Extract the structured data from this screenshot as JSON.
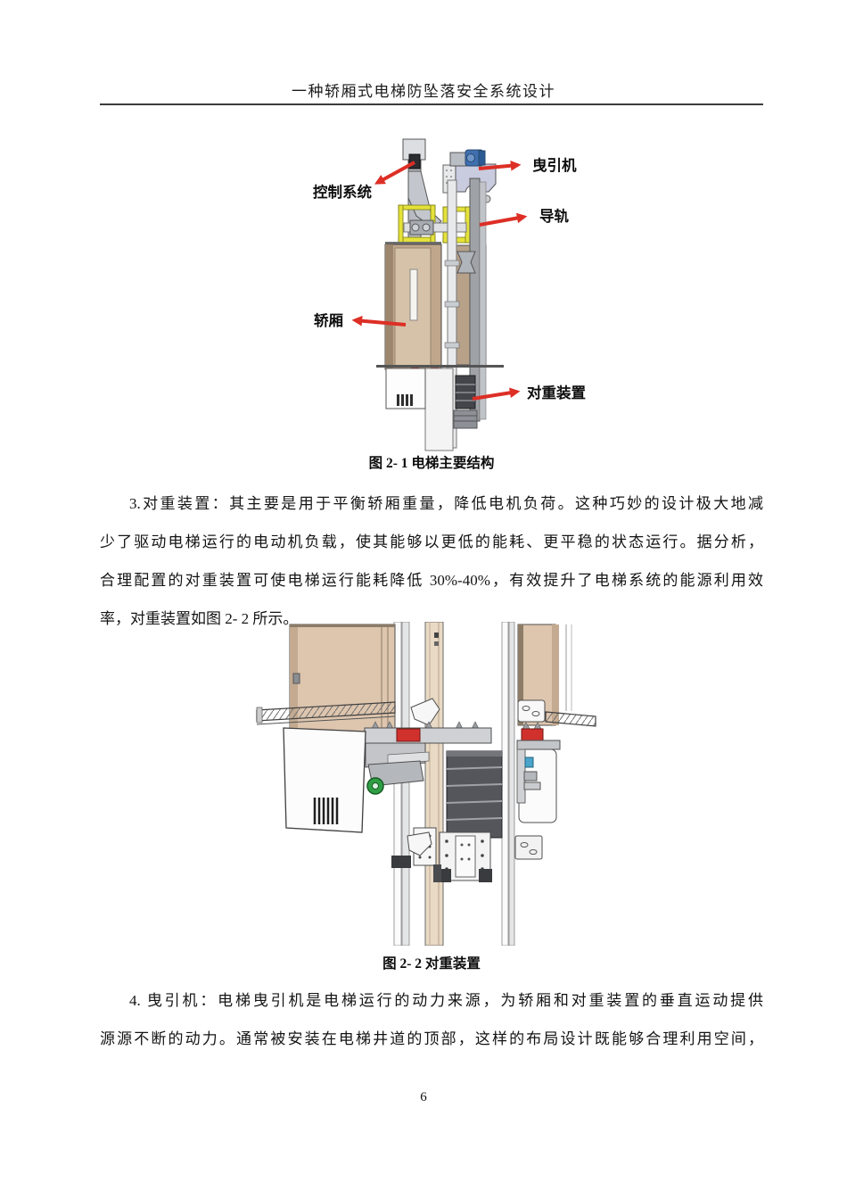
{
  "header": {
    "title": "一种轿厢式电梯防坠落安全系统设计"
  },
  "figure1": {
    "caption": "图 2- 1 电梯主要结构",
    "labels": {
      "control_system": "控制系统",
      "traction_machine": "曳引机",
      "guide_rail": "导轨",
      "car": "轿厢",
      "counterweight": "对重装置"
    }
  },
  "figure2": {
    "caption": "图 2- 2 对重装置"
  },
  "body": {
    "p1_lines": [
      "3.对重装置：其主要是用于平衡轿厢重量，降低电机负荷。这种巧妙的设计极大地减",
      "少了驱动电梯运行的电动机负载，使其能够以更低的能耗、更平稳的状态运行。据分析，",
      "合理配置的对重装置可使电梯运行能耗降低 30%-40%，有效提升了电梯系统的能源利用效",
      "率，对重装置如图 2- 2 所示。"
    ],
    "p2_lines": [
      "4.  曳引机：电梯曳引机是电梯运行的动力来源，为轿厢和对重装置的垂直运动提供",
      "源源不断的动力。通常被安装在电梯井道的顶部，这样的布局设计既能够合理利用空间，"
    ]
  },
  "footer": {
    "page_number": "6"
  },
  "colors": {
    "arrow_red": "#dd2f26",
    "car_tan": "#c0a68b",
    "panel_tan": "#ddc5ae",
    "frame_yellow": "#e4e23a",
    "motor_blue": "#3f6fae",
    "counterweight_dark": "#4a4c52",
    "header_rule": "#3c3c3c"
  }
}
